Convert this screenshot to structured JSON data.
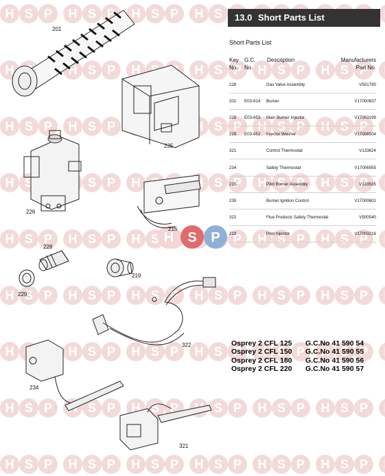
{
  "header": {
    "number": "13.0",
    "title": "Short Parts List"
  },
  "subtitle": "Short Parts List",
  "columns": {
    "key_no": [
      "Key",
      "No."
    ],
    "gc_no": [
      "G.C.",
      "No."
    ],
    "description": "Description",
    "manufacturers_part": [
      "Manufacturers",
      "Part No."
    ]
  },
  "parts": [
    {
      "key": "226",
      "gc": "",
      "description": "Gas Valve Assembly",
      "part": "V501790"
    },
    {
      "key": "201",
      "gc": "E03-614",
      "description": "Burner",
      "part": "V17000837"
    },
    {
      "key": "228",
      "gc": "E03-653",
      "description": "Main Burner Injector",
      "part": "V17003199"
    },
    {
      "key": "229",
      "gc": "E03-652",
      "description": "Injector Washer",
      "part": "V17006504"
    },
    {
      "key": "321",
      "gc": "",
      "description": "Control Thermostat",
      "part": "V133624"
    },
    {
      "key": "234",
      "gc": "",
      "description": "Safety Thermostat",
      "part": "V17006955"
    },
    {
      "key": "215",
      "gc": "",
      "description": "Pilot Burner Assembly",
      "part": "V133535"
    },
    {
      "key": "235",
      "gc": "",
      "description": "Burner Ignition Control",
      "part": "V17000601"
    },
    {
      "key": "322",
      "gc": "",
      "description": "Flue Products Safety Thermostat",
      "part": "V500540"
    },
    {
      "key": "219",
      "gc": "",
      "description": "Pilot Injector",
      "part": "V17003216"
    }
  ],
  "models": [
    {
      "name": "Osprey 2 CFL 125",
      "gc": "G.C.No 41 590 54"
    },
    {
      "name": "Osprey 2 CFL 150",
      "gc": "G.C.No 41 590 55"
    },
    {
      "name": "Osprey 2 CFL 180",
      "gc": "G.C.No 41 590 56"
    },
    {
      "name": "Osprey 2 CFL 220",
      "gc": "G.C.No 41 590 57"
    }
  ],
  "part_labels": {
    "burner": "201",
    "ignition_control": "235",
    "gas_valve": "226",
    "pilot_burner": "215",
    "main_injector": "228",
    "injector_washer": "229",
    "pilot_injector": "219",
    "flue_thermostat": "322",
    "safety_thermostat": "234",
    "control_thermostat": "321"
  },
  "watermark": {
    "letters": [
      "H",
      "S",
      "P"
    ],
    "colors": [
      "#f3dada",
      "#f3dada",
      "#f3dada"
    ],
    "logo_center_colors": [
      "#f4d6d6",
      "#e06b6b",
      "#8fb0d6"
    ]
  }
}
